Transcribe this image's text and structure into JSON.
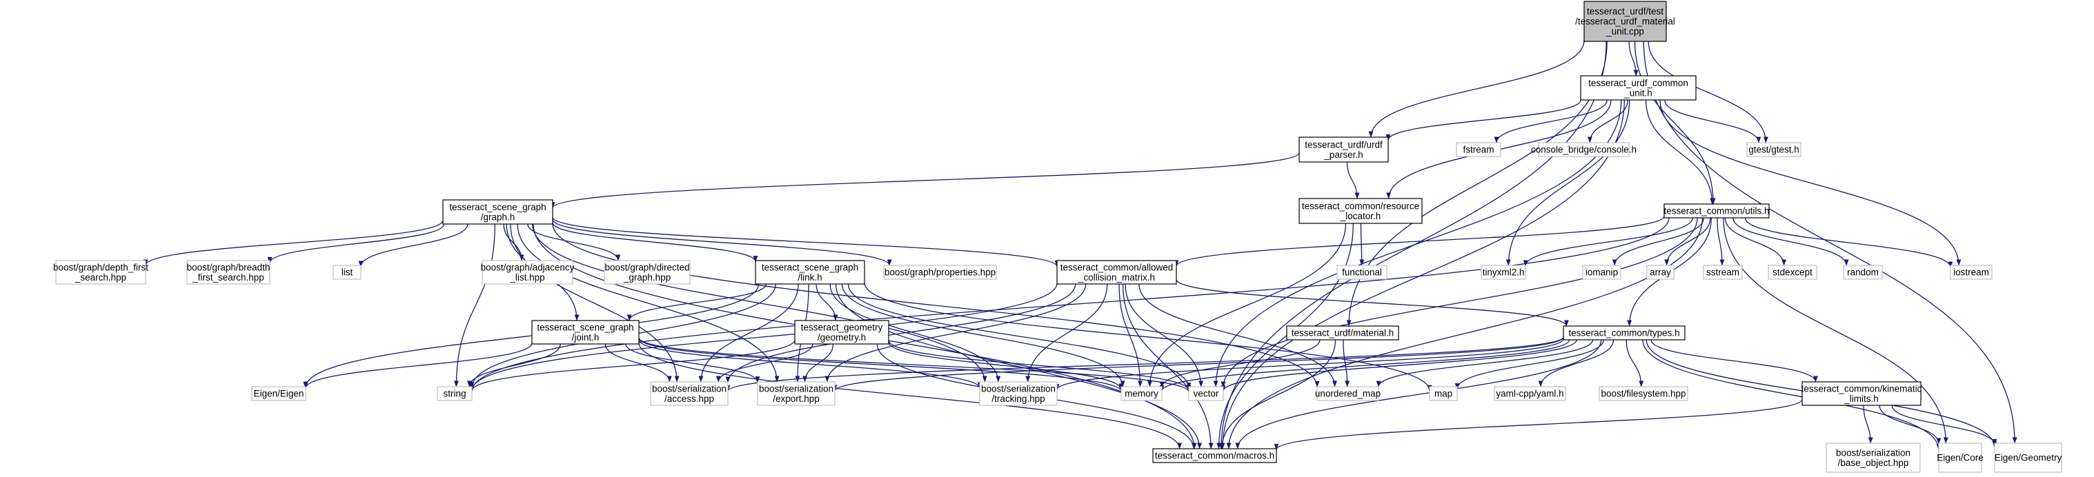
{
  "colors": {
    "edge": "#191970",
    "root_fill": "#bfbfbf",
    "root_stroke": "#000000",
    "header_stroke": "#000000",
    "system_stroke": "#bfbfbf",
    "node_fill": "#ffffff"
  },
  "nodes": [
    {
      "id": "root",
      "kind": "root",
      "lines": [
        "tesseract_urdf/test",
        "/tesseract_urdf_material",
        "_unit.cpp"
      ]
    },
    {
      "id": "common_unit",
      "kind": "header",
      "lines": [
        "tesseract_urdf_common",
        "_unit.h"
      ]
    },
    {
      "id": "urdf_parser",
      "kind": "header",
      "lines": [
        "tesseract_urdf/urdf",
        "_parser.h"
      ]
    },
    {
      "id": "fstream",
      "kind": "system",
      "lines": [
        "fstream"
      ]
    },
    {
      "id": "console",
      "kind": "system",
      "lines": [
        "console_bridge/console.h"
      ]
    },
    {
      "id": "gtest",
      "kind": "system",
      "lines": [
        "gtest/gtest.h"
      ]
    },
    {
      "id": "resource_locator",
      "kind": "header",
      "lines": [
        "tesseract_common/resource",
        "_locator.h"
      ]
    },
    {
      "id": "sg_graph",
      "kind": "header",
      "lines": [
        "tesseract_scene_graph",
        "/graph.h"
      ]
    },
    {
      "id": "utils",
      "kind": "header",
      "lines": [
        "tesseract_common/utils.h"
      ]
    },
    {
      "id": "dfs",
      "kind": "system",
      "lines": [
        "boost/graph/depth_first",
        "_search.hpp"
      ]
    },
    {
      "id": "bfs",
      "kind": "system",
      "lines": [
        "boost/graph/breadth",
        "_first_search.hpp"
      ]
    },
    {
      "id": "list",
      "kind": "system",
      "lines": [
        "list"
      ]
    },
    {
      "id": "adjacency",
      "kind": "system",
      "lines": [
        "boost/graph/adjacency",
        "_list.hpp"
      ]
    },
    {
      "id": "directed",
      "kind": "system",
      "lines": [
        "boost/graph/directed",
        "_graph.hpp"
      ]
    },
    {
      "id": "sg_link",
      "kind": "header",
      "lines": [
        "tesseract_scene_graph",
        "/link.h"
      ]
    },
    {
      "id": "properties",
      "kind": "system",
      "lines": [
        "boost/graph/properties.hpp"
      ]
    },
    {
      "id": "acm",
      "kind": "header",
      "lines": [
        "tesseract_common/allowed",
        "_collision_matrix.h"
      ]
    },
    {
      "id": "functional",
      "kind": "system",
      "lines": [
        "functional"
      ]
    },
    {
      "id": "tinyxml",
      "kind": "system",
      "lines": [
        "tinyxml2.h"
      ]
    },
    {
      "id": "iomanip",
      "kind": "system",
      "lines": [
        "iomanip"
      ]
    },
    {
      "id": "array",
      "kind": "system",
      "lines": [
        "array"
      ]
    },
    {
      "id": "sstream",
      "kind": "system",
      "lines": [
        "sstream"
      ]
    },
    {
      "id": "stdexcept",
      "kind": "system",
      "lines": [
        "stdexcept"
      ]
    },
    {
      "id": "random",
      "kind": "system",
      "lines": [
        "random"
      ]
    },
    {
      "id": "iostream",
      "kind": "system",
      "lines": [
        "iostream"
      ]
    },
    {
      "id": "sg_joint",
      "kind": "header",
      "lines": [
        "tesseract_scene_graph",
        "/joint.h"
      ]
    },
    {
      "id": "geometry",
      "kind": "header",
      "lines": [
        "tesseract_geometry",
        "/geometry.h"
      ]
    },
    {
      "id": "urdf_material",
      "kind": "header",
      "lines": [
        "tesseract_urdf/material.h"
      ]
    },
    {
      "id": "types",
      "kind": "header",
      "lines": [
        "tesseract_common/types.h"
      ]
    },
    {
      "id": "eigen",
      "kind": "system",
      "lines": [
        "Eigen/Eigen"
      ]
    },
    {
      "id": "string",
      "kind": "system",
      "lines": [
        "string"
      ]
    },
    {
      "id": "ser_access",
      "kind": "system",
      "lines": [
        "boost/serialization",
        "/access.hpp"
      ]
    },
    {
      "id": "ser_export",
      "kind": "system",
      "lines": [
        "boost/serialization",
        "/export.hpp"
      ]
    },
    {
      "id": "ser_tracking",
      "kind": "system",
      "lines": [
        "boost/serialization",
        "/tracking.hpp"
      ]
    },
    {
      "id": "memory",
      "kind": "system",
      "lines": [
        "memory"
      ]
    },
    {
      "id": "vector",
      "kind": "system",
      "lines": [
        "vector"
      ]
    },
    {
      "id": "unordered_map",
      "kind": "system",
      "lines": [
        "unordered_map"
      ]
    },
    {
      "id": "map",
      "kind": "system",
      "lines": [
        "map"
      ]
    },
    {
      "id": "yaml",
      "kind": "system",
      "lines": [
        "yaml-cpp/yaml.h"
      ]
    },
    {
      "id": "filesystem",
      "kind": "system",
      "lines": [
        "boost/filesystem.hpp"
      ]
    },
    {
      "id": "kinematic",
      "kind": "header",
      "lines": [
        "tesseract_common/kinematic",
        "_limits.h"
      ]
    },
    {
      "id": "base_object",
      "kind": "system",
      "lines": [
        "boost/serialization",
        "/base_object.hpp"
      ]
    },
    {
      "id": "eigen_core",
      "kind": "system",
      "lines": [
        "Eigen/Core"
      ]
    },
    {
      "id": "eigen_geometry",
      "kind": "system",
      "lines": [
        "Eigen/Geometry"
      ]
    },
    {
      "id": "macros",
      "kind": "header",
      "lines": [
        "tesseract_common/macros.h"
      ]
    }
  ],
  "edges": [
    [
      "root",
      "common_unit"
    ],
    [
      "root",
      "urdf_parser"
    ],
    [
      "root",
      "gtest"
    ],
    [
      "root",
      "utils"
    ],
    [
      "root",
      "urdf_material"
    ],
    [
      "root",
      "macros"
    ],
    [
      "root",
      "eigen_geometry"
    ],
    [
      "common_unit",
      "urdf_parser"
    ],
    [
      "common_unit",
      "fstream"
    ],
    [
      "common_unit",
      "console"
    ],
    [
      "common_unit",
      "gtest"
    ],
    [
      "common_unit",
      "resource_locator"
    ],
    [
      "common_unit",
      "utils"
    ],
    [
      "common_unit",
      "tinyxml"
    ],
    [
      "common_unit",
      "iostream"
    ],
    [
      "common_unit",
      "vector"
    ],
    [
      "common_unit",
      "macros"
    ],
    [
      "urdf_parser",
      "resource_locator"
    ],
    [
      "urdf_parser",
      "sg_graph"
    ],
    [
      "resource_locator",
      "functional"
    ],
    [
      "resource_locator",
      "memory"
    ],
    [
      "resource_locator",
      "macros"
    ],
    [
      "sg_graph",
      "dfs"
    ],
    [
      "sg_graph",
      "bfs"
    ],
    [
      "sg_graph",
      "list"
    ],
    [
      "sg_graph",
      "adjacency"
    ],
    [
      "sg_graph",
      "directed"
    ],
    [
      "sg_graph",
      "properties"
    ],
    [
      "sg_graph",
      "sg_link"
    ],
    [
      "sg_graph",
      "acm"
    ],
    [
      "sg_graph",
      "sg_joint"
    ],
    [
      "sg_graph",
      "string"
    ],
    [
      "sg_graph",
      "ser_access"
    ],
    [
      "sg_graph",
      "ser_export"
    ],
    [
      "sg_graph",
      "ser_tracking"
    ],
    [
      "sg_graph",
      "unordered_map"
    ],
    [
      "sg_graph",
      "macros"
    ],
    [
      "utils",
      "acm"
    ],
    [
      "utils",
      "tinyxml"
    ],
    [
      "utils",
      "iomanip"
    ],
    [
      "utils",
      "array"
    ],
    [
      "utils",
      "sstream"
    ],
    [
      "utils",
      "stdexcept"
    ],
    [
      "utils",
      "random"
    ],
    [
      "utils",
      "iostream"
    ],
    [
      "utils",
      "types"
    ],
    [
      "utils",
      "string"
    ],
    [
      "utils",
      "vector"
    ],
    [
      "utils",
      "eigen_core"
    ],
    [
      "utils",
      "macros"
    ],
    [
      "sg_link",
      "geometry"
    ],
    [
      "sg_link",
      "sg_joint"
    ],
    [
      "sg_link",
      "eigen"
    ],
    [
      "sg_link",
      "string"
    ],
    [
      "sg_link",
      "ser_access"
    ],
    [
      "sg_link",
      "ser_export"
    ],
    [
      "sg_link",
      "ser_tracking"
    ],
    [
      "sg_link",
      "memory"
    ],
    [
      "sg_link",
      "vector"
    ],
    [
      "sg_link",
      "macros"
    ],
    [
      "sg_link",
      "map"
    ],
    [
      "acm",
      "types"
    ],
    [
      "acm",
      "string"
    ],
    [
      "acm",
      "ser_access"
    ],
    [
      "acm",
      "ser_export"
    ],
    [
      "acm",
      "ser_tracking"
    ],
    [
      "acm",
      "memory"
    ],
    [
      "acm",
      "vector"
    ],
    [
      "acm",
      "unordered_map"
    ],
    [
      "acm",
      "macros"
    ],
    [
      "sg_joint",
      "eigen"
    ],
    [
      "sg_joint",
      "string"
    ],
    [
      "sg_joint",
      "ser_access"
    ],
    [
      "sg_joint",
      "ser_export"
    ],
    [
      "sg_joint",
      "ser_tracking"
    ],
    [
      "sg_joint",
      "memory"
    ],
    [
      "sg_joint",
      "vector"
    ],
    [
      "sg_joint",
      "macros"
    ],
    [
      "geometry",
      "string"
    ],
    [
      "geometry",
      "ser_access"
    ],
    [
      "geometry",
      "ser_export"
    ],
    [
      "geometry",
      "memory"
    ],
    [
      "geometry",
      "vector"
    ],
    [
      "geometry",
      "macros"
    ],
    [
      "urdf_material",
      "memory"
    ],
    [
      "urdf_material",
      "unordered_map"
    ],
    [
      "urdf_material",
      "macros"
    ],
    [
      "types",
      "ser_access"
    ],
    [
      "types",
      "ser_export"
    ],
    [
      "types",
      "ser_tracking"
    ],
    [
      "types",
      "memory"
    ],
    [
      "types",
      "vector"
    ],
    [
      "types",
      "unordered_map"
    ],
    [
      "types",
      "map"
    ],
    [
      "types",
      "yaml"
    ],
    [
      "types",
      "filesystem"
    ],
    [
      "types",
      "kinematic"
    ],
    [
      "types",
      "eigen_core"
    ],
    [
      "types",
      "eigen_geometry"
    ],
    [
      "types",
      "macros"
    ],
    [
      "kinematic",
      "base_object"
    ],
    [
      "kinematic",
      "eigen_core"
    ],
    [
      "kinematic",
      "eigen_geometry"
    ],
    [
      "kinematic",
      "macros"
    ]
  ]
}
